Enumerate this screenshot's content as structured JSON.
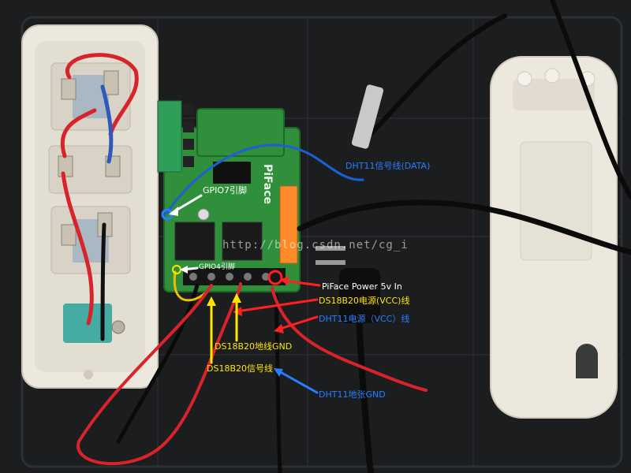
{
  "annotations": {
    "gpio7": "GPIO7引脚",
    "gpio4": "GPIO4引脚",
    "dht11_data": "DHT11信号线(DATA)",
    "piface_power": "PiFace Power 5v In",
    "ds18b20_vcc": "DS18B20电源(VCC)线",
    "dht11_vcc": "DHT11电源（VCC）线",
    "ds18b20_gnd": "DS18B20地线GND",
    "ds18b20_signal": "DS18B20信号线",
    "dht11_gnd": "DHT11地张GND"
  },
  "board": {
    "brand_text": "PiFace"
  },
  "watermark": "http://blog.csdn.net/cg_i",
  "colors": {
    "mat": "#1b1d1f",
    "power_strip": "#ece8de",
    "pcb_green": "#2f8f3a",
    "terminal_green": "#2e9e58",
    "terminal_orange": "#ff8a2a",
    "annot_white": "#ffffff",
    "annot_yellow": "#ffe600",
    "annot_blue": "#2a7dff",
    "annot_red": "#ff2020"
  }
}
